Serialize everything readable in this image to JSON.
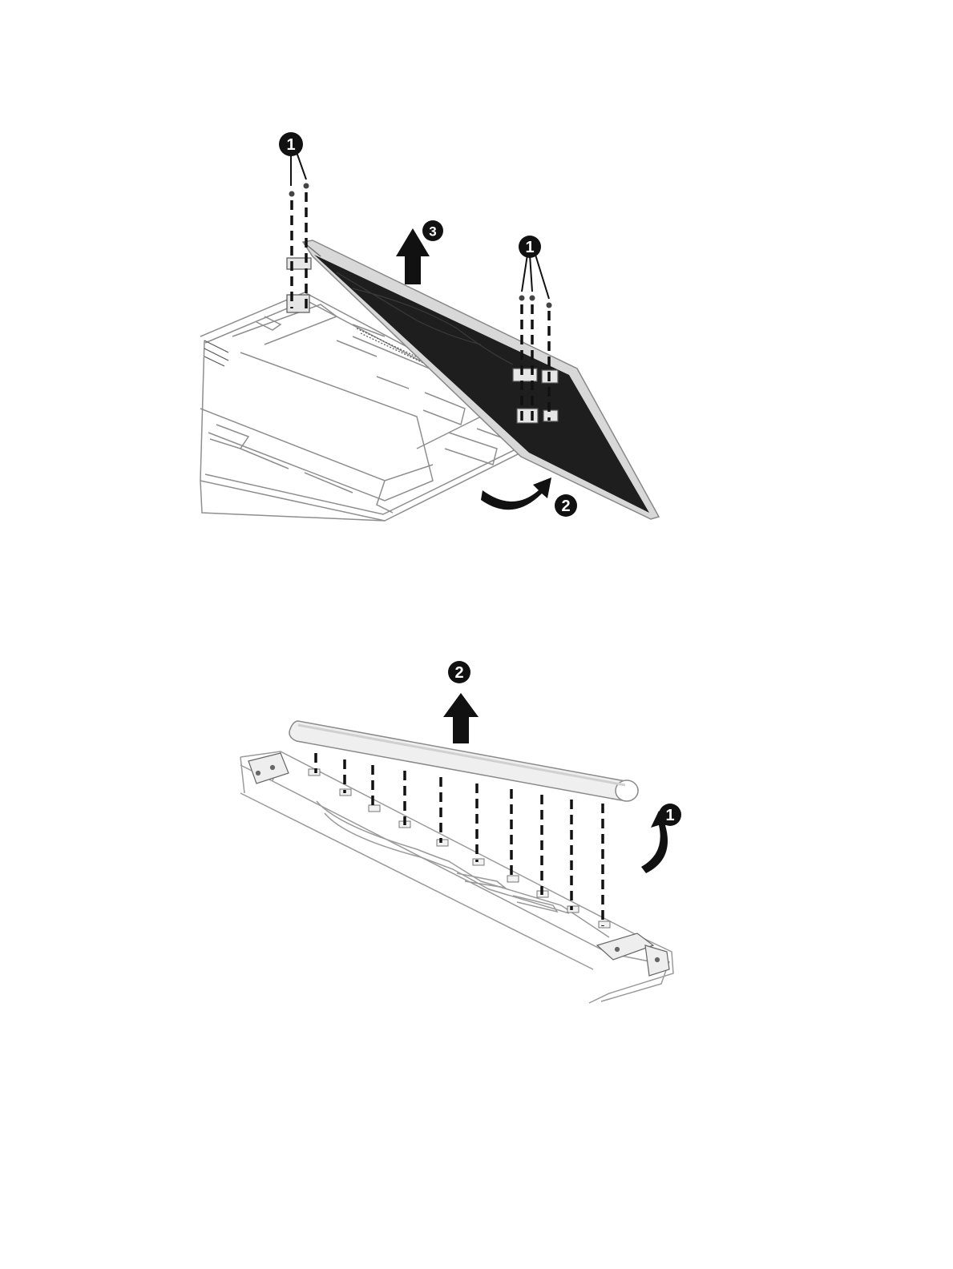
{
  "figure_top": {
    "callouts": [
      "1",
      "3",
      "1",
      "2"
    ]
  },
  "figure_bottom": {
    "callouts": [
      "2",
      "1"
    ]
  },
  "colors": {
    "ink": "#111111",
    "panel": "#1e1e1e",
    "frame": "#d8d8d8",
    "detail": "#9a9a9a"
  }
}
